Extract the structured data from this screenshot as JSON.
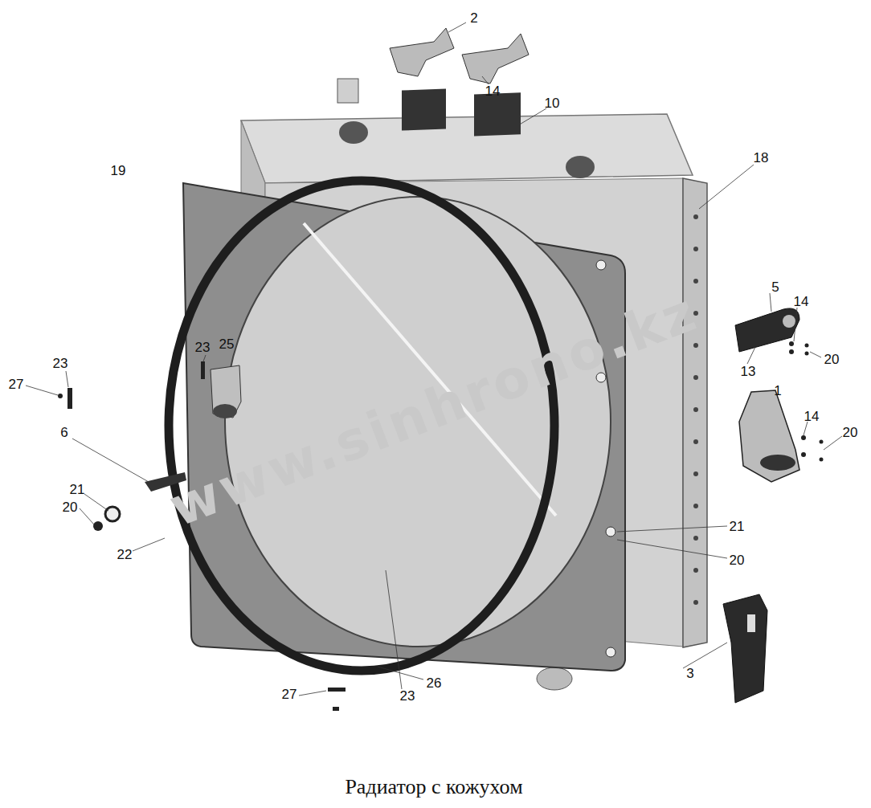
{
  "diagram": {
    "caption": "Радиатор с кожухом",
    "labels": [
      "2",
      "14",
      "10",
      "19",
      "18",
      "5",
      "14",
      "13",
      "20",
      "1",
      "14",
      "20",
      "23",
      "27",
      "23",
      "25",
      "6",
      "21",
      "20",
      "22",
      "21",
      "20",
      "3",
      "26",
      "23",
      "27",
      "www.sinhrono.kz"
    ]
  }
}
